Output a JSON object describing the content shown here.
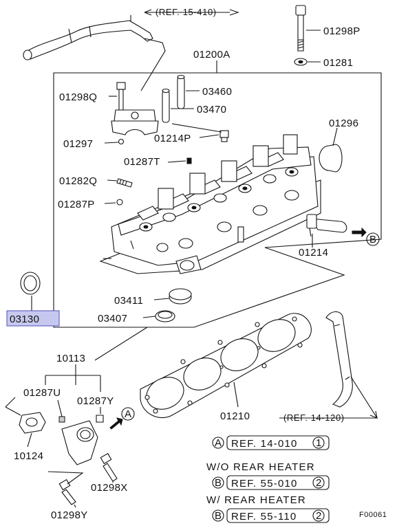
{
  "diagram": {
    "figure_code": "F00061",
    "highlighted_part": "03130",
    "part_labels": {
      "p01298P": "01298P",
      "p01281": "01281",
      "p01200A": "01200A",
      "p01298Q": "01298Q",
      "p03460": "03460",
      "p03470": "03470",
      "p01296": "01296",
      "p01297": "01297",
      "p01214P": "01214P",
      "p01287T": "01287T",
      "p01282Q": "01282Q",
      "p01287P": "01287P",
      "p01214": "01214",
      "p03130": "03130",
      "p03411": "03411",
      "p03407": "03407",
      "p10113": "10113",
      "p01287U": "01287U",
      "p01287Y": "01287Y",
      "p01210": "01210",
      "p10124": "10124",
      "p01298X": "01298X",
      "p01298Y": "01298Y"
    },
    "references": {
      "ref_top": "(REF. 15-410)",
      "ref_right": "(REF. 14-120)"
    },
    "markers": {
      "a": "A",
      "b": "B"
    },
    "legend": {
      "row_a": {
        "marker": "A",
        "ref": "REF. 14-010",
        "num": "1"
      },
      "wo_heading": "W/O  REAR  HEATER",
      "row_b1": {
        "marker": "B",
        "ref": "REF. 55-010",
        "num": "2"
      },
      "w_heading": "W/  REAR  HEATER",
      "row_b2": {
        "marker": "B",
        "ref": "REF. 55-110",
        "num": "2"
      }
    }
  }
}
